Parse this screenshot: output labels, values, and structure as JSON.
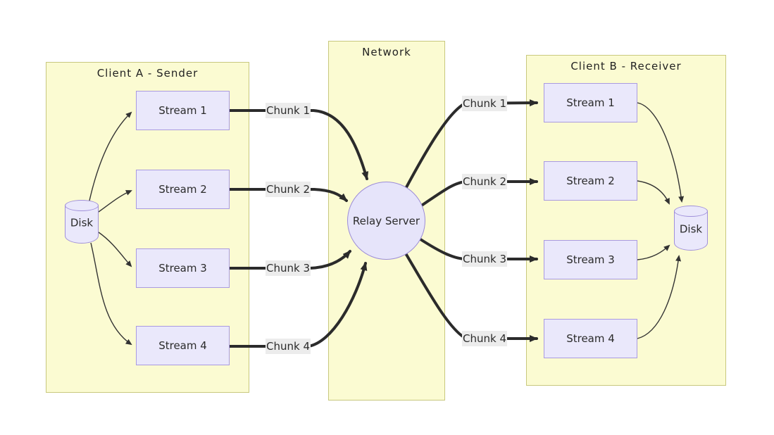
{
  "groups": {
    "client_a": {
      "title": "Client A - Sender"
    },
    "network": {
      "title": "Network"
    },
    "client_b": {
      "title": "Client B - Receiver"
    }
  },
  "nodes": {
    "relay": "Relay Server",
    "sender_disk": "Disk",
    "receiver_disk": "Disk",
    "sender_streams": [
      "Stream 1",
      "Stream 2",
      "Stream 3",
      "Stream 4"
    ],
    "receiver_streams": [
      "Stream 1",
      "Stream 2",
      "Stream 3",
      "Stream 4"
    ]
  },
  "edge_labels": {
    "sender_chunks": [
      "Chunk 1",
      "Chunk 2",
      "Chunk 3",
      "Chunk 4"
    ],
    "receiver_chunks": [
      "Chunk 1",
      "Chunk 2",
      "Chunk 3",
      "Chunk 4"
    ]
  },
  "colors": {
    "group_fill": "#fbfbd2",
    "group_border": "#c8c87e",
    "node_fill": "#eae8fb",
    "node_border": "#a99ae0",
    "relay_border": "#9c8cd8",
    "edge_label_bg": "#ececec",
    "arrow": "#2b2b2b",
    "text": "#2b2b2b"
  }
}
